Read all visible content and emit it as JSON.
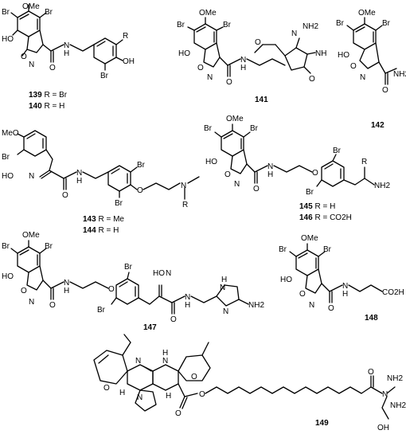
{
  "atoms": {
    "br": "Br",
    "ome": "OMe",
    "meo": "MeO",
    "ho": "HO",
    "oh": "OH",
    "o": "O",
    "n": "N",
    "h": "H",
    "nh": "NH",
    "hn": "HN",
    "nh2": "NH2",
    "co2h": "CO2H",
    "hon": "HO",
    "r": "R",
    "ring_o": "O"
  },
  "compounds": [
    {
      "id": "139",
      "label": " R = Br"
    },
    {
      "id": "140",
      "label": " R = H"
    },
    {
      "id": "141",
      "label": ""
    },
    {
      "id": "142",
      "label": ""
    },
    {
      "id": "143",
      "label": " R = Me"
    },
    {
      "id": "144",
      "label": " R = H"
    },
    {
      "id": "145",
      "label": " R = H"
    },
    {
      "id": "146",
      "label": " R = CO2H"
    },
    {
      "id": "147",
      "label": ""
    },
    {
      "id": "148",
      "label": ""
    },
    {
      "id": "149",
      "label": ""
    }
  ]
}
